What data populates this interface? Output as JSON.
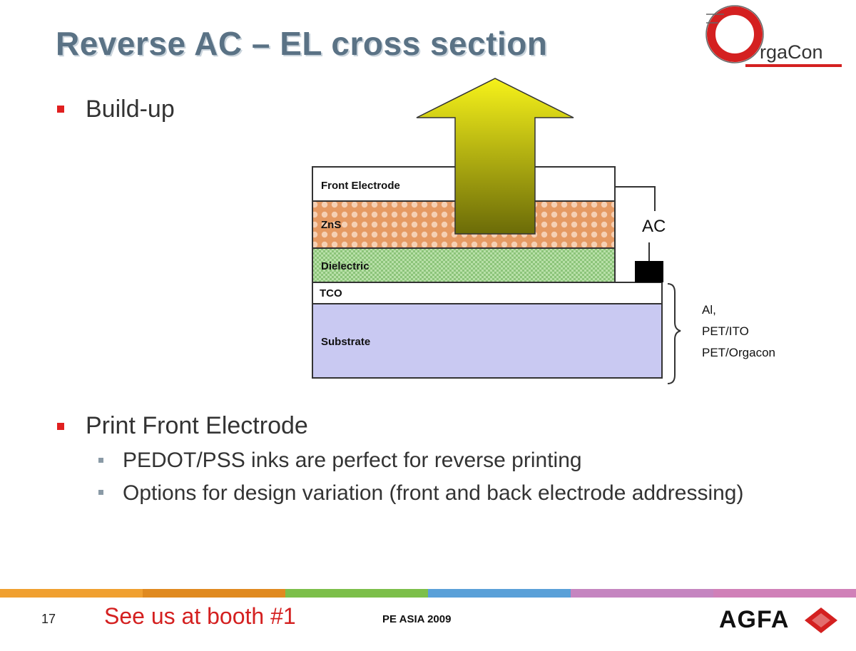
{
  "title": "Reverse AC – EL cross section",
  "logo": {
    "text": "rgaCon",
    "accent_color": "#d42020"
  },
  "bullets": {
    "build_up": "Build-up",
    "print_front": "Print Front Electrode",
    "sub": [
      "PEDOT/PSS inks are perfect for reverse printing",
      "Options for design variation (front and back electrode addressing)"
    ]
  },
  "diagram": {
    "layers": [
      {
        "name": "Front Electrode",
        "color": "#ffffff"
      },
      {
        "name": "ZnS",
        "color": "#e59a63"
      },
      {
        "name": "Dielectric",
        "color": "#b8e0a8"
      },
      {
        "name": "TCO",
        "color": "#ffffff"
      },
      {
        "name": "Substrate",
        "color": "#c9c9f2"
      }
    ],
    "ac_label": "AC",
    "substrate_options": [
      "Al,",
      "PET/ITO",
      "PET/Orgacon"
    ],
    "arrow_colors": {
      "top": "#f6f21a",
      "bottom": "#6b6b08"
    }
  },
  "footer": {
    "slide_number": "17",
    "booth": "See us at booth #1",
    "event": "PE ASIA 2009",
    "brand": "AGFA",
    "bar_colors": [
      "#f0a030",
      "#e08a20",
      "#7cbf4a",
      "#5aa0d8",
      "#c585c0",
      "#d080b8"
    ]
  }
}
